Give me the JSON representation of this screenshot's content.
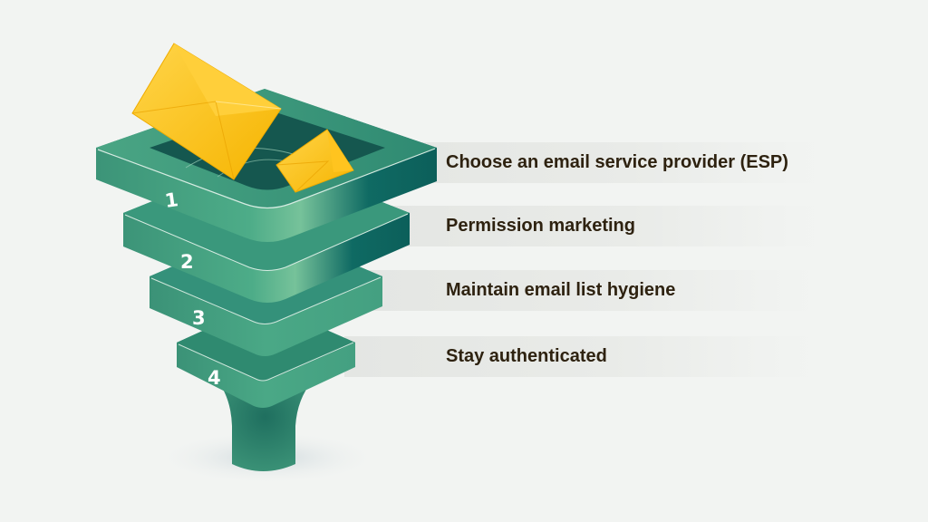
{
  "diagram": {
    "type": "funnel",
    "steps": [
      {
        "number": "1",
        "label": "Choose an email service provider (ESP)"
      },
      {
        "number": "2",
        "label": "Permission marketing"
      },
      {
        "number": "3",
        "label": "Maintain email list hygiene"
      },
      {
        "number": "4",
        "label": "Stay authenticated"
      }
    ],
    "icons": [
      "envelope-large-icon",
      "envelope-small-icon"
    ],
    "colors": {
      "background": "#f2f4f2",
      "funnel_green": "#3f9a7c",
      "funnel_dark": "#0e6560",
      "envelope": "#fbc02d",
      "text": "#2e2210"
    }
  }
}
